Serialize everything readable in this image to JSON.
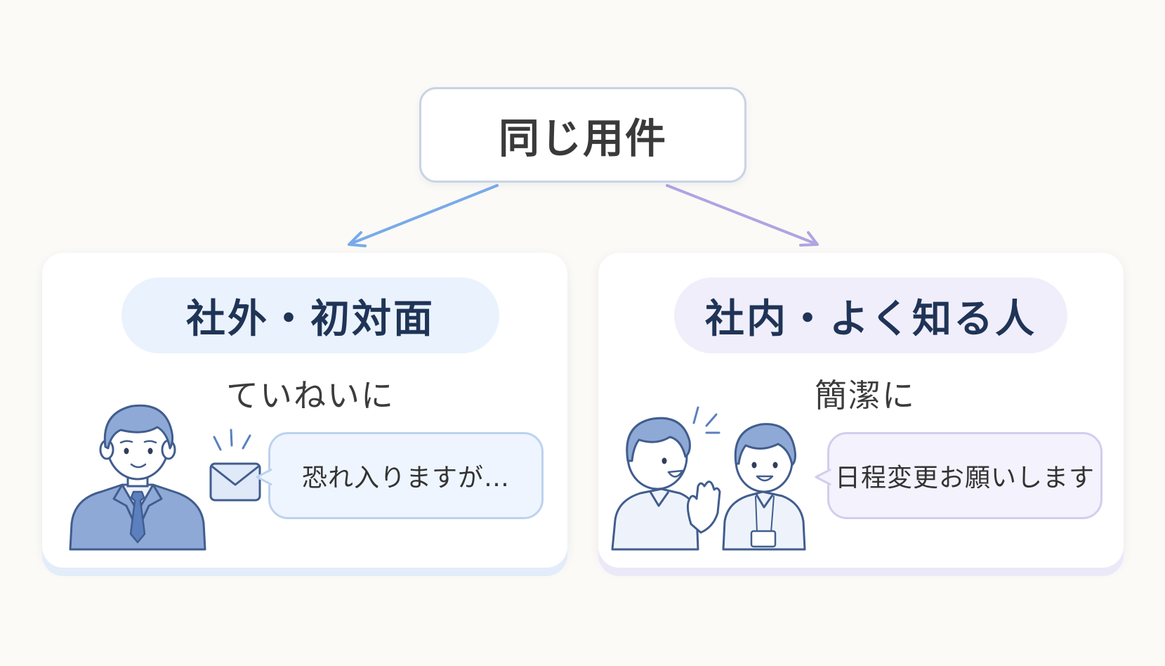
{
  "diagram": {
    "topic": "同じ用件",
    "branches": [
      {
        "heading": "社外・初対面",
        "style": "ていねいに",
        "example": "恐れ入りますが…",
        "accent": "#6fa2e6",
        "illustration": "businessman-with-envelope"
      },
      {
        "heading": "社内・よく知る人",
        "style": "簡潔に",
        "example": "日程変更お願いします",
        "accent": "#a99de0",
        "illustration": "two-colleagues-chatting"
      }
    ]
  },
  "colors": {
    "background": "#fbfaf6",
    "heading_text": "#1f3456",
    "body_text": "#3c3c3c",
    "figure_fill": "#8fa9d6",
    "figure_stroke": "#415d8e"
  }
}
